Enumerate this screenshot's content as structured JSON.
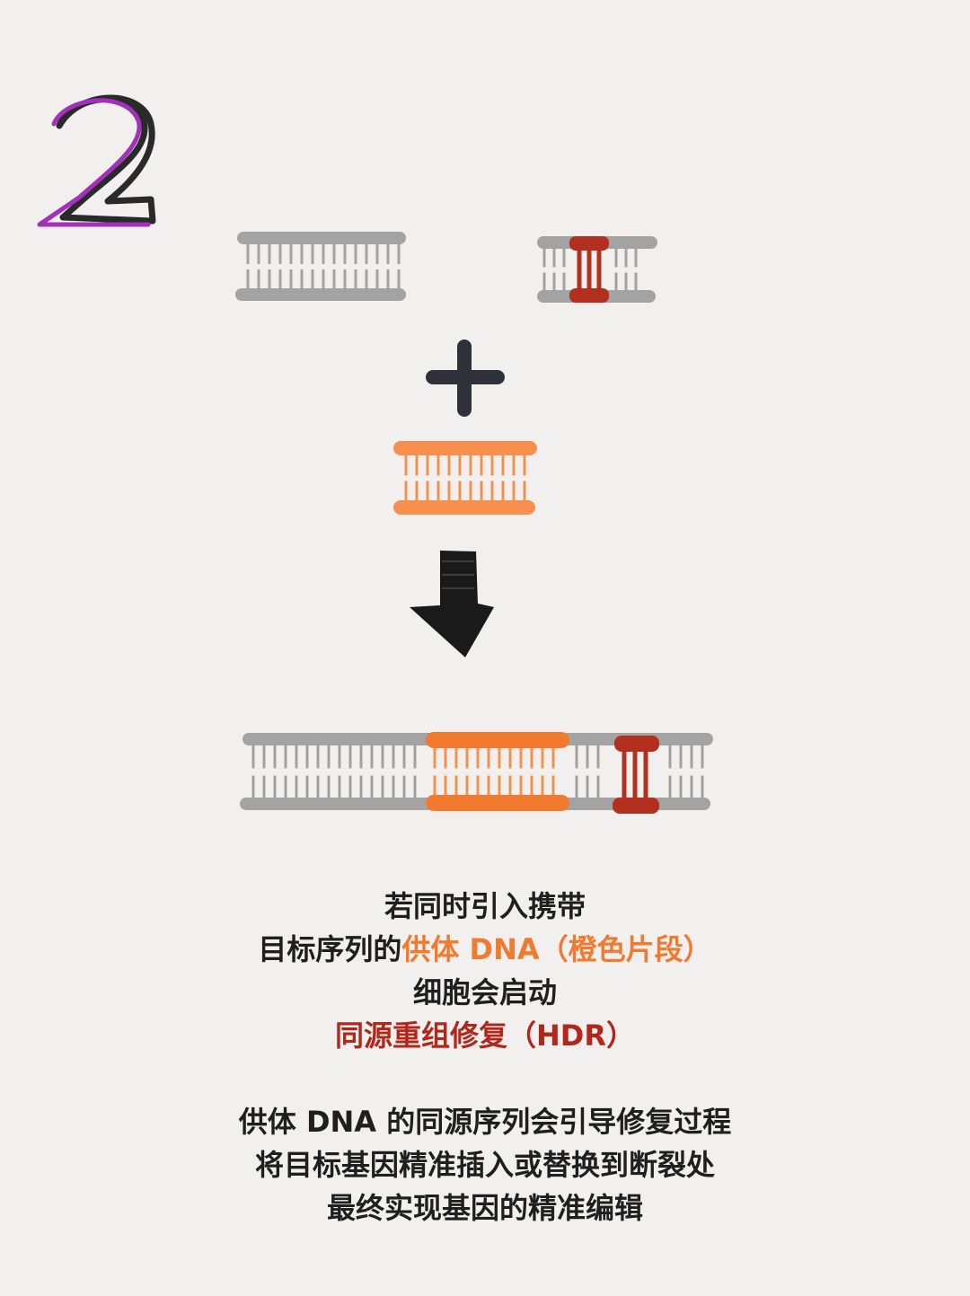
{
  "step_number": "2",
  "colors": {
    "background": "#f1f0ef",
    "dna_gray": "#a3a3a3",
    "donor_orange": "#f7904e",
    "donor_orange_dark": "#f27a2e",
    "marker_red": "#b3301f",
    "plus_dark": "#2e3138",
    "arrow_black": "#1a1a1a",
    "numeral_purple": "#a330b8"
  },
  "icons": {
    "plus": "plus-icon",
    "arrow": "down-arrow-icon",
    "numeral": "step-number-2"
  },
  "caption": {
    "block1": {
      "line1": "若同时引入携带",
      "line2_prefix": "目标序列的",
      "line2_highlight": "供体 DNA（橙色片段）",
      "line3": "细胞会启动",
      "line4": "同源重组修复（HDR）"
    },
    "block2": {
      "line1": "供体 DNA 的同源序列会引导修复过程",
      "line2": "将目标基因精准插入或替换到断裂处",
      "line3": "最终实现基因的精准编辑"
    }
  }
}
